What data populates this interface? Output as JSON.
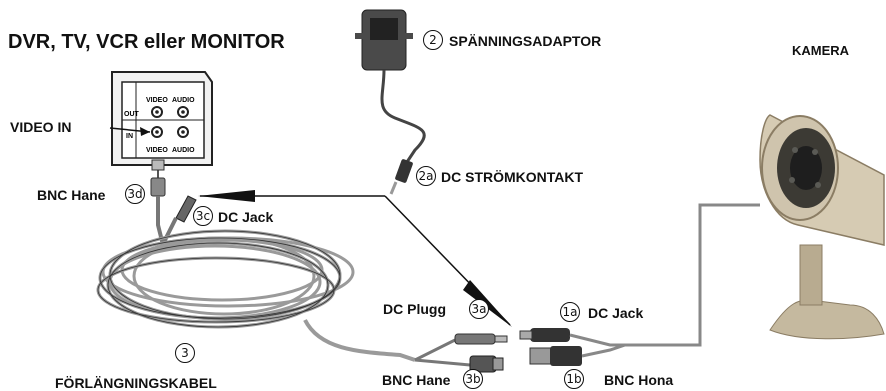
{
  "labels": {
    "dvr_title": "DVR, TV, VCR eller MONITOR",
    "adaptor": "SPÄNNINGSADAPTOR",
    "camera": "KAMERA",
    "video_in": "VIDEO IN",
    "dc_power_plug": "DC STRÖMKONTAKT",
    "bnc_male_3d": "BNC Hane",
    "dc_jack_3c": "DC Jack",
    "dc_plug_3a": "DC Plugg",
    "dc_jack_1a": "DC Jack",
    "bnc_male_3b": "BNC Hane",
    "bnc_female_1b": "BNC Hona",
    "extension_cable": "FÖRLÄNGNINGSKABEL"
  },
  "markers": {
    "m2": "2",
    "m2a": "2a",
    "m3": "3",
    "m3a": "3a",
    "m3b": "3b",
    "m3c": "3c",
    "m3d": "3d",
    "m1a": "1a",
    "m1b": "1b"
  },
  "panel": {
    "out": "OUT",
    "in": "IN",
    "video": "VIDEO",
    "audio": "AUDIO"
  },
  "colors": {
    "cable": "#9a9a9a",
    "camera_body": "#cfc4ad",
    "adaptor": "#555555"
  }
}
